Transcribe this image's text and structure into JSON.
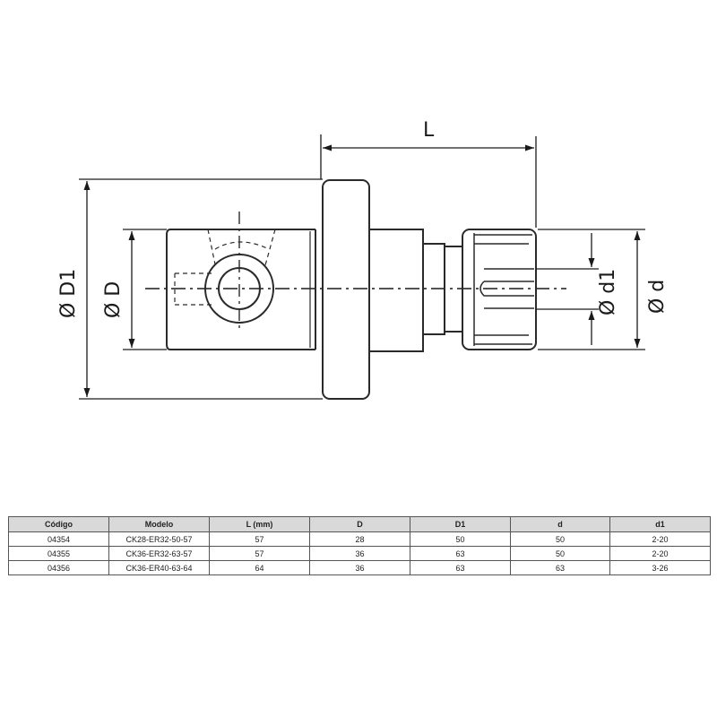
{
  "labels": {
    "L": "L",
    "D1": "Ø D1",
    "D": "Ø D",
    "d1": "Ø d1",
    "d": "Ø d"
  },
  "table": {
    "headers": [
      "Código",
      "Modelo",
      "L (mm)",
      "D",
      "D1",
      "d",
      "d1"
    ],
    "rows": [
      [
        "04354",
        "CK28-ER32-50-57",
        "57",
        "28",
        "50",
        "50",
        "2-20"
      ],
      [
        "04355",
        "CK36-ER32-63-57",
        "57",
        "36",
        "63",
        "50",
        "2-20"
      ],
      [
        "04356",
        "CK36-ER40-63-64",
        "64",
        "36",
        "63",
        "63",
        "3-26"
      ]
    ]
  }
}
